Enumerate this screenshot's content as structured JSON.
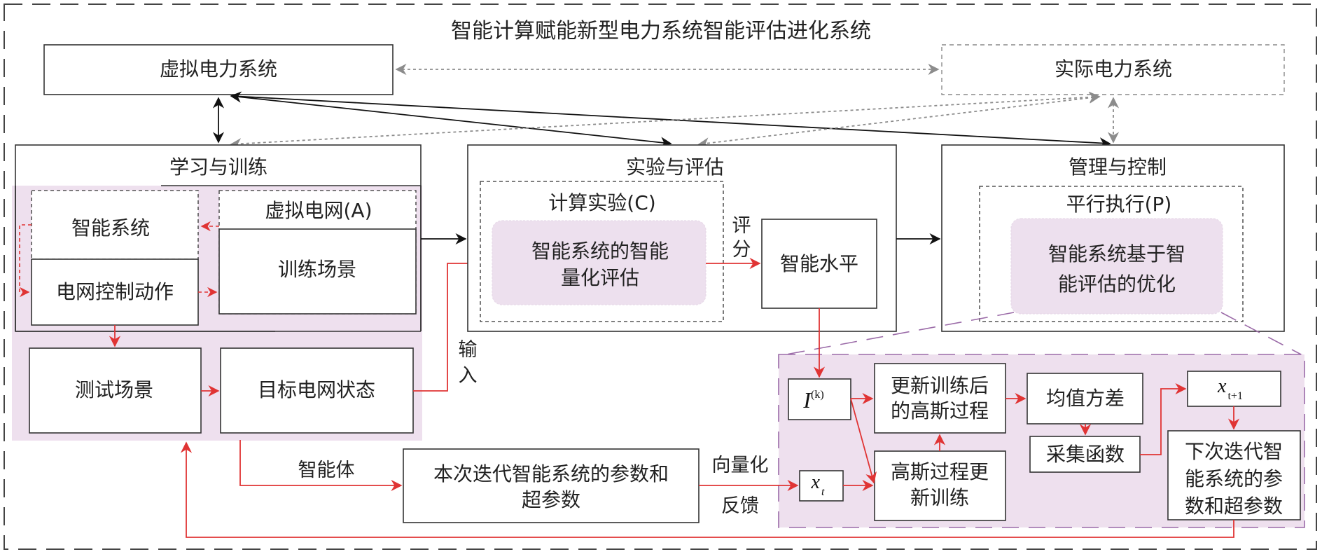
{
  "title": "智能计算赋能新型电力系统智能评估进化系统",
  "colors": {
    "red_arrow": "#e03434",
    "purple_fill": "#eee0ee",
    "purple_border": "#9b6ba8",
    "gray_dashed": "#8c8c8c"
  },
  "top": {
    "virtual_system": "虚拟电力系统",
    "actual_system": "实际电力系统"
  },
  "learning": {
    "title": "学习与训练",
    "intelligent_system": "智能系统",
    "grid_control_action": "电网控制动作",
    "virtual_grid": "虚拟电网(A)",
    "training_scenario": "训练场景",
    "test_scenario": "测试场景",
    "target_grid_state": "目标电网状态"
  },
  "experiment": {
    "title": "实验与评估",
    "computational_experiment": "计算实验(C)",
    "quantified_eval_line1": "智能系统的智能",
    "quantified_eval_line2": "量化评估",
    "score_label_1": "评",
    "score_label_2": "分",
    "intelligence_level": "智能水平"
  },
  "management": {
    "title": "管理与控制",
    "parallel_execution": "平行执行(P)",
    "optimization_line1": "智能系统基于智",
    "optimization_line2": "能评估的优化"
  },
  "flow": {
    "input_label_1": "输",
    "input_label_2": "入",
    "agent_label": "智能体",
    "current_params_line1": "本次迭代智能系统的参数和",
    "current_params_line2": "超参数",
    "vectorize_label": "向量化",
    "feedback_label": "反馈"
  },
  "gp": {
    "i_k_base": "I",
    "i_k_sup": "(k)",
    "x_t_base": "x",
    "x_t_sub": "t",
    "updated_gp_line1": "更新训练后",
    "updated_gp_line2": "的高斯过程",
    "gp_update_line1": "高斯过程更",
    "gp_update_line2": "新训练",
    "mean_variance": "均值方差",
    "acquisition_function": "采集函数",
    "x_next_base": "x",
    "x_next_sub": "t+1",
    "next_params_line1": "下次迭代智",
    "next_params_line2": "能系统的参",
    "next_params_line3": "数和超参数"
  }
}
